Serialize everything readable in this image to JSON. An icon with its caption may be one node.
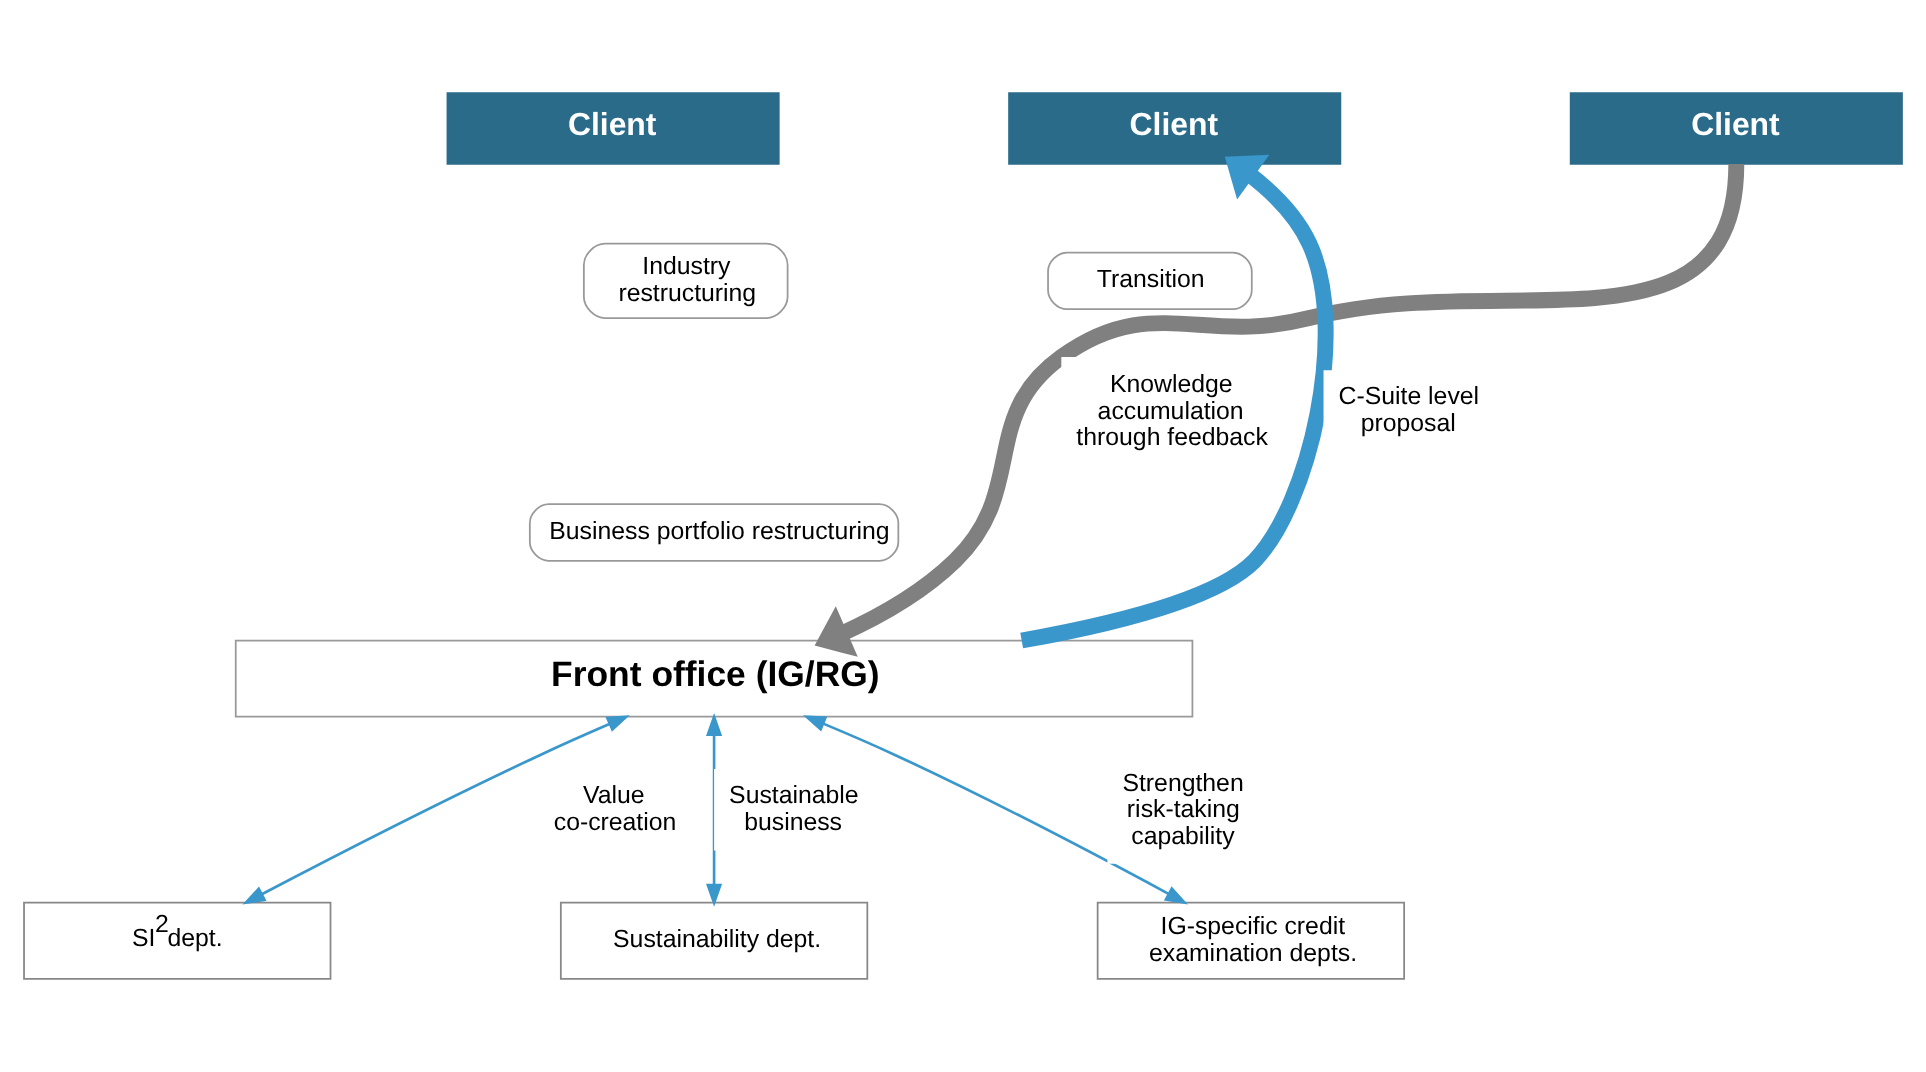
{
  "diagram": {
    "nodes": [
      {
        "text": [
          "Client"
        ]
      },
      {
        "text": [
          "Client"
        ]
      },
      {
        "text": [
          "Client"
        ]
      },
      {
        "text": [
          "Industry restructuring"
        ]
      },
      {
        "text": [
          "Transition"
        ]
      },
      {
        "text": [
          "Business portfolio restructuring"
        ]
      },
      {
        "text": [
          "Front office (IG/RG)"
        ]
      },
      {
        "text": [
          "SI$^{2}$dept."
        ]
      },
      {
        "text": [
          "Sustainability dept."
        ]
      },
      {
        "text": [
          "IG-specific credit examination depts."
        ]
      }
    ],
    "edges": [
      {
        "from": 6,
        "to": 1,
        "arrow": "to",
        "label": "C-Suite level proposal",
        "style": "thick"
      },
      {
        "from": 2,
        "to": 6,
        "arrow": "to",
        "label": "Knowledge accumulation through feedback",
        "style": "thick",
        "color": "#808080"
      },
      {
        "from": 6,
        "to": 7,
        "arrow": "both",
        "label": "Value co-creation"
      },
      {
        "from": 6,
        "to": 8,
        "arrow": "both",
        "label": "Sustainable business"
      },
      {
        "from": 6,
        "to": 9,
        "arrow": "both",
        "label": "Strengthen risk-taking capability"
      }
    ]
  }
}
